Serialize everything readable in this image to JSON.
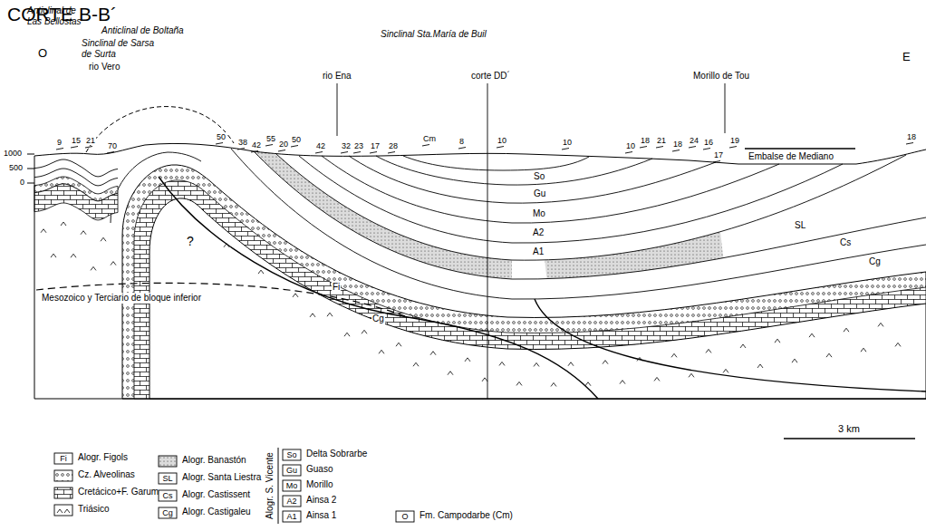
{
  "diagram": {
    "title": "CORTE B-B´",
    "labels": [
      "O",
      "E",
      "Anticlinal de Las Bellostas",
      "Sinclinal de Sarsa de Surta",
      "rio Vero",
      "Anticlinal de Boltaña",
      "Sinclinal Sta.María de Buil",
      "rio Ena",
      "corte DD´",
      "Morillo de Tou",
      "1000",
      "500",
      "0",
      "9",
      "15",
      "21",
      "70",
      "50",
      "38",
      "42",
      "55",
      "20",
      "50",
      "42",
      "32",
      "23",
      "17",
      "28",
      "Cm",
      "8",
      "10",
      "10",
      "10",
      "18",
      "21",
      "18",
      "24",
      "16",
      "17",
      "19",
      "18",
      "So",
      "Gu",
      "Mo",
      "A2",
      "A1",
      "SL",
      "Cs",
      "Cg",
      "Fi",
      "Cg",
      "?",
      "Embalse de Mediano",
      "Mesozoico y Terciario de bloque inferior",
      "3 km",
      "Alogr. S. Vicente",
      "Fi",
      "SL",
      "Cs",
      "Cg",
      "So",
      "Gu",
      "Mo",
      "A2",
      "A1",
      "O"
    ],
    "legend": [
      {
        "text": "Alogr. Figols"
      },
      {
        "text": "Cz. Alveolinas"
      },
      {
        "text": "Cretácico+F. Garum"
      },
      {
        "text": "Triásico"
      },
      {
        "text": "Alogr. Banastón"
      },
      {
        "text": "Alogr. Santa Liestra"
      },
      {
        "text": "Alogr. Castissent"
      },
      {
        "text": "Alogr. Castigaleu"
      },
      {
        "text": "Delta Sobrarbe"
      },
      {
        "text": "Guaso"
      },
      {
        "text": "Morillo"
      },
      {
        "text": "Ainsa 2"
      },
      {
        "text": "Ainsa 1"
      },
      {
        "text": "Fm. Campodarbe (Cm)"
      }
    ]
  }
}
